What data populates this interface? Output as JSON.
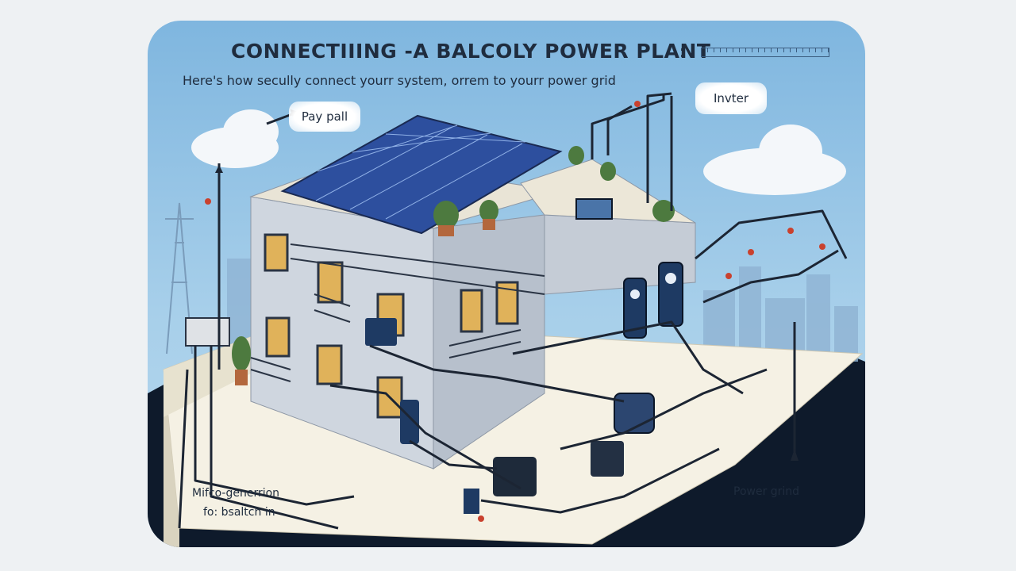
{
  "title": "CONNECTIIING -A   BALCOLY POWER PLANT",
  "title_separator": ":",
  "subtitle": "Here's how secully connect yourr system, orrem to yourr power grid",
  "callouts": {
    "pay_pall": "Pay pall",
    "inverter": "Invter"
  },
  "bottom_labels": {
    "micro_line1": "Mifco-generrion",
    "micro_line2": "fo: bsaltch in",
    "power_grid": "Power grind"
  },
  "colors": {
    "sky": "#a7cfea",
    "wall": "#d7dde5",
    "panel": "#2d4f9e",
    "ground_dark": "#0e1a2b",
    "cable": "#1c2533",
    "accent_red": "#c9412e"
  }
}
